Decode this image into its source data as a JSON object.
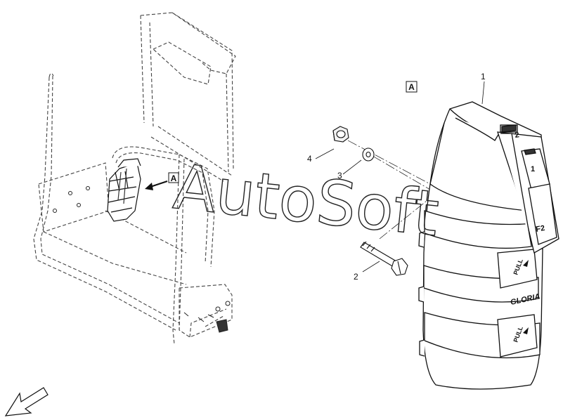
{
  "view_label": "A",
  "callouts": {
    "item_1": "1",
    "item_2": "2",
    "item_3": "3",
    "item_4": "4"
  },
  "extinguisher_markings": {
    "cap": "2",
    "tab_1": "1",
    "tab_f2": "F2",
    "pull_upper": "PULL",
    "pull_lower": "PULL",
    "brand": "GLORIA"
  },
  "watermark": "AutoSoft",
  "icons": [
    "front-direction-arrow-icon",
    "view-direction-arrow-icon"
  ],
  "colors": {
    "line": "#111111",
    "hidden_line": "#555555",
    "watermark_outline": "#222222"
  }
}
